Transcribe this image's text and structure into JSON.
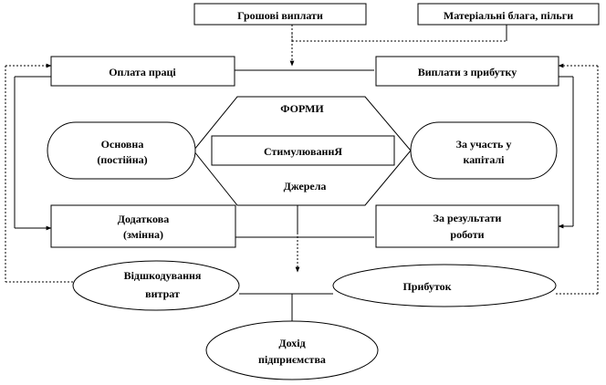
{
  "nodes": {
    "group_payments": "Грошові виплати",
    "material_goods": "Матеріальні блага, пільги",
    "wage_payment": "Оплата праці",
    "profit_payments": "Виплати з прибутку",
    "forms": "ФОРМИ",
    "stimulation": "СтимулюваннЯ",
    "sources": "Джерела",
    "basic": [
      "Основна",
      "(постійна)"
    ],
    "capital_share": [
      "За участь  у",
      "капіталі"
    ],
    "additional": [
      "Додаткова",
      "(змінна)"
    ],
    "work_results": [
      "За результати",
      "роботи"
    ],
    "cost_recovery": [
      "Відшкодування",
      "витрат"
    ],
    "profit": "Прибуток",
    "enterprise_income": [
      "Дохід",
      "підприємства"
    ]
  }
}
